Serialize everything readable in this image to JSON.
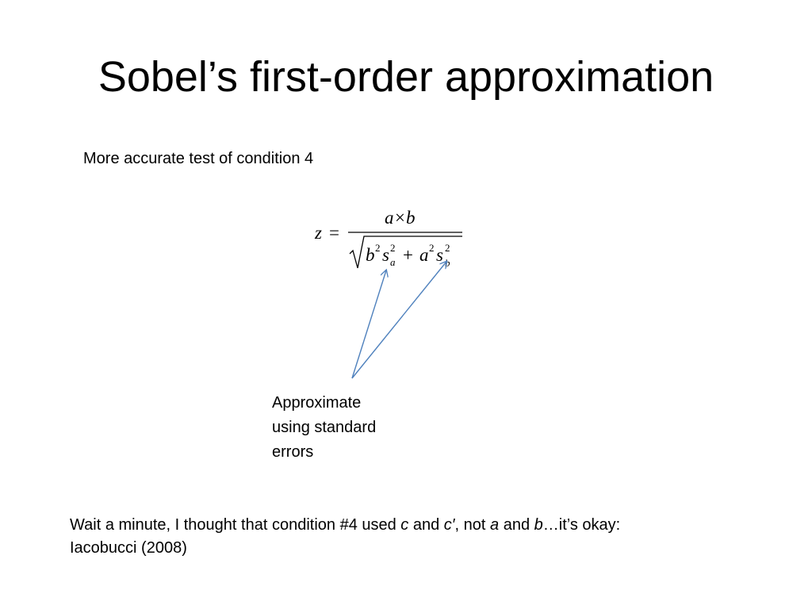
{
  "slide": {
    "title": "Sobel’s first-order approximation",
    "subtitle": "More accurate test of condition 4",
    "formula": {
      "lhs": "z",
      "equals": "=",
      "numerator": "a×b",
      "den_b": "b",
      "den_b_exp": "2",
      "den_s1": "s",
      "den_s1_sub": "a",
      "den_s1_exp": "2",
      "den_plus": "+",
      "den_a": "a",
      "den_a_exp": "2",
      "den_s2": "s",
      "den_s2_sub": "b",
      "den_s2_exp": "2"
    },
    "callout": {
      "line1": "Approximate",
      "line2": "using standard",
      "line3": "errors"
    },
    "note": {
      "part1": "Wait a minute, I thought that condition #4 used ",
      "c": "c",
      "part2": " and ",
      "c_prime": "c′",
      "part3": ", not ",
      "a": "a",
      "part4": " and ",
      "b": "b",
      "part5": "…it’s okay:",
      "line2": "Iacobucci (2008)"
    },
    "arrow_color": "#4f81bd"
  }
}
